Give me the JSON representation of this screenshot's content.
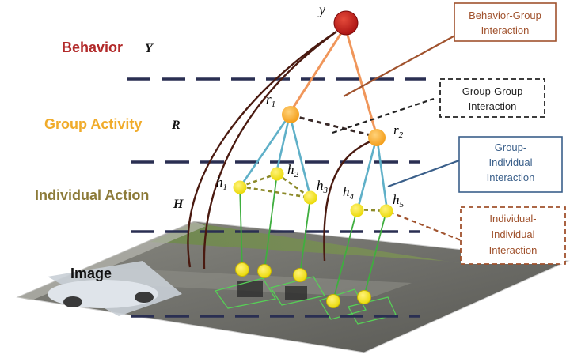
{
  "levels": {
    "behavior": {
      "label": "Behavior",
      "symbol": "Y",
      "color": "#b22a2a"
    },
    "group": {
      "label": "Group Activity",
      "symbol": "R",
      "color": "#f0ab2a"
    },
    "individual": {
      "label": "Individual Action",
      "symbol": "H",
      "color": "#8c7a38"
    },
    "image": {
      "label": "Image",
      "color": "#111111"
    }
  },
  "nodes": {
    "y": "y",
    "r1": {
      "base": "r",
      "sub": "1"
    },
    "r2": {
      "base": "r",
      "sub": "2"
    },
    "h1": {
      "base": "h",
      "sub": "1"
    },
    "h2": {
      "base": "h",
      "sub": "2"
    },
    "h3": {
      "base": "h",
      "sub": "3"
    },
    "h4": {
      "base": "h",
      "sub": "4"
    },
    "h5": {
      "base": "h",
      "sub": "5"
    }
  },
  "boxes": {
    "behavior_group": {
      "lines": [
        "Behavior-Group",
        "Interaction"
      ],
      "color": "#a0522d",
      "style": "solid"
    },
    "group_group": {
      "lines": [
        "Group-Group",
        "Interaction"
      ],
      "color": "#222222",
      "style": "dashed"
    },
    "group_individual": {
      "lines": [
        "Group-",
        "Individual",
        "Interaction"
      ],
      "color": "#3a5f8a",
      "style": "solid"
    },
    "individual_individual": {
      "lines": [
        "Individual-",
        "Individual",
        "Interaction"
      ],
      "color": "#a0522d",
      "style": "dashed"
    }
  },
  "colors": {
    "root_node": "#c01818",
    "group_node": "#f6a623",
    "leaf_node": "#f2e400",
    "orange_edge": "#f0965a",
    "blue_edge": "#5fb0c8",
    "green_edge": "#3fae3f",
    "dark_curve": "#4a1a10",
    "divider": "#2a2f52"
  }
}
